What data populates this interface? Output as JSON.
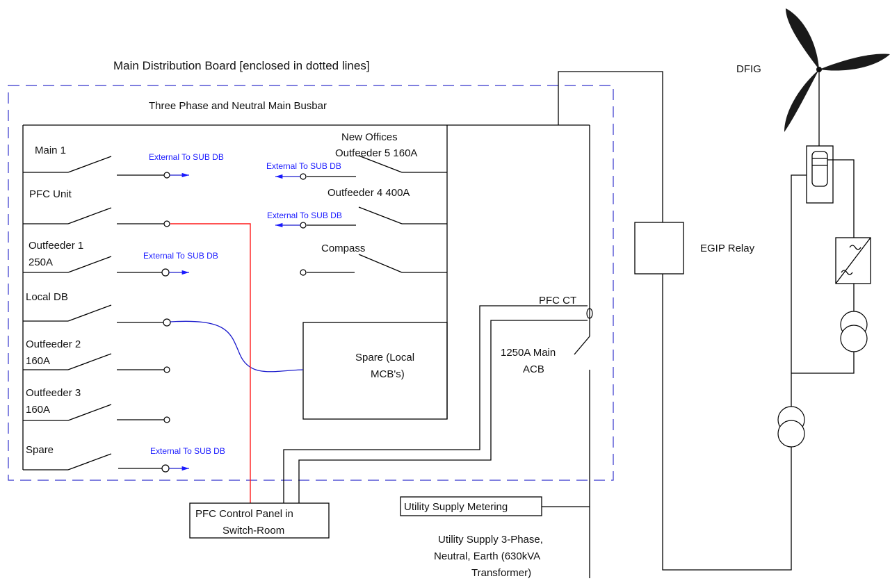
{
  "title": "Main Distribution Board [enclosed in dotted lines]",
  "busbar_label": "Three Phase and Neutral Main Busbar",
  "generator_label": "DFIG",
  "relay_label": "EGIP Relay",
  "left_feeders": [
    {
      "label_lines": [
        "Main 1"
      ],
      "external_label": "External To SUB DB"
    },
    {
      "label_lines": [
        "PFC Unit"
      ],
      "external_label": ""
    },
    {
      "label_lines": [
        "Outfeeder 1",
        "250A"
      ],
      "external_label": "External To SUB DB"
    },
    {
      "label_lines": [
        "Local DB"
      ],
      "external_label": ""
    },
    {
      "label_lines": [
        "Outfeeder 2",
        "160A"
      ],
      "external_label": ""
    },
    {
      "label_lines": [
        "Outfeeder 3",
        "160A"
      ],
      "external_label": ""
    },
    {
      "label_lines": [
        "Spare"
      ],
      "external_label": "External To SUB DB"
    }
  ],
  "right_feeders": [
    {
      "label_lines": [
        "New Offices",
        "Outfeeder 5 160A"
      ],
      "external_label": "External To SUB DB"
    },
    {
      "label_lines": [
        "Outfeeder 4 400A"
      ],
      "external_label": "External To SUB DB"
    },
    {
      "label_lines": [
        "Compass"
      ],
      "external_label": ""
    }
  ],
  "spare_box_lines": [
    "Spare (Local",
    "MCB's)"
  ],
  "pfc_ct_label": "PFC CT",
  "main_acb_lines": [
    "1250A Main",
    "ACB"
  ],
  "pfc_panel_lines": [
    "PFC Control Panel in",
    "Switch-Room"
  ],
  "metering_label": "Utility Supply Metering",
  "utility_supply_lines": [
    "Utility Supply 3-Phase,",
    "Neutral, Earth (630kVA",
    "Transformer)"
  ],
  "colors": {
    "boundary": "#3333cc",
    "external_text": "#1a1aff",
    "pfc_link": "#ff1a1a",
    "local_db_link": "#1a1acc"
  }
}
